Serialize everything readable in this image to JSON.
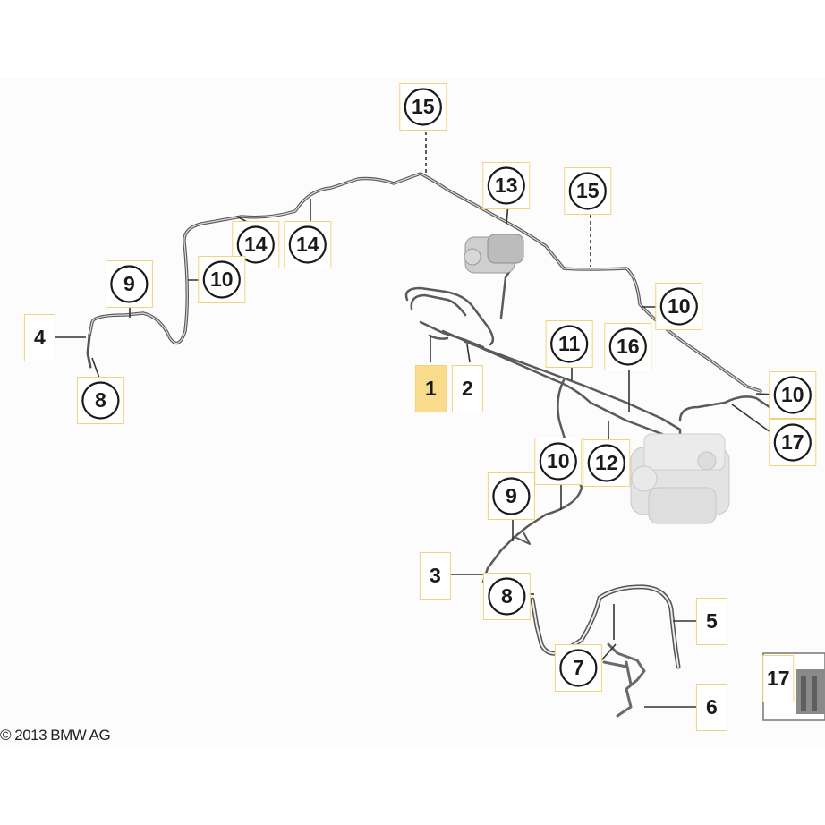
{
  "diagram": {
    "callouts": [
      {
        "id": "c15a",
        "text": "15",
        "style": "circle"
      },
      {
        "id": "c13",
        "text": "13",
        "style": "circle"
      },
      {
        "id": "c15b",
        "text": "15",
        "style": "circle"
      },
      {
        "id": "c14a",
        "text": "14",
        "style": "circle"
      },
      {
        "id": "c14b",
        "text": "14",
        "style": "circle"
      },
      {
        "id": "c9a",
        "text": "9",
        "style": "circle"
      },
      {
        "id": "c10a",
        "text": "10",
        "style": "circle"
      },
      {
        "id": "c10b",
        "text": "10",
        "style": "circle"
      },
      {
        "id": "c4",
        "text": "4",
        "style": "plain"
      },
      {
        "id": "c8a",
        "text": "8",
        "style": "circle"
      },
      {
        "id": "c1",
        "text": "1",
        "style": "highlight"
      },
      {
        "id": "c2",
        "text": "2",
        "style": "plain"
      },
      {
        "id": "c11",
        "text": "11",
        "style": "circle"
      },
      {
        "id": "c16",
        "text": "16",
        "style": "circle"
      },
      {
        "id": "c10c",
        "text": "10",
        "style": "circle"
      },
      {
        "id": "c17a",
        "text": "17",
        "style": "circle"
      },
      {
        "id": "c10d",
        "text": "10",
        "style": "circle"
      },
      {
        "id": "c12",
        "text": "12",
        "style": "circle"
      },
      {
        "id": "c9b",
        "text": "9",
        "style": "circle"
      },
      {
        "id": "c3",
        "text": "3",
        "style": "plain"
      },
      {
        "id": "c8b",
        "text": "8",
        "style": "circle"
      },
      {
        "id": "c5",
        "text": "5",
        "style": "plain"
      },
      {
        "id": "c7",
        "text": "7",
        "style": "circle"
      },
      {
        "id": "c6",
        "text": "6",
        "style": "plain"
      },
      {
        "id": "c17b",
        "text": "17",
        "style": "plain"
      }
    ],
    "copyright": "© 2013 BMW AG",
    "colors": {
      "line": "#555555",
      "box": "#f2d27a",
      "highlight": "#f8dc8c",
      "circle": "#1a1a1a"
    }
  }
}
